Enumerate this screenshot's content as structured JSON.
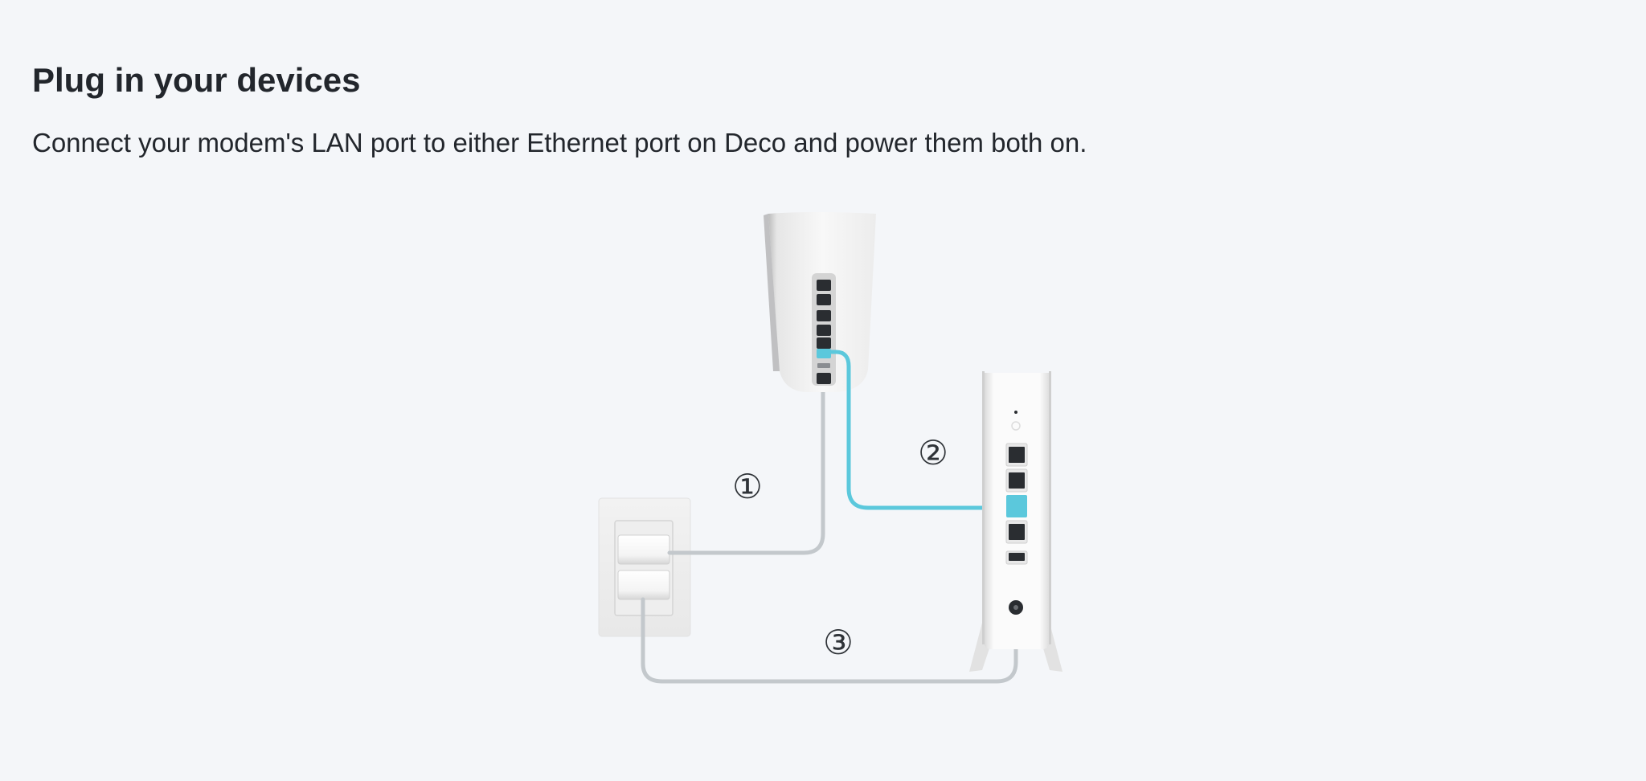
{
  "header": {
    "title": "Plug in your devices",
    "subtitle": "Connect your modem's LAN port to either Ethernet port on Deco and power them both on."
  },
  "steps": {
    "step1": "①",
    "step2": "②",
    "step3": "③"
  },
  "colors": {
    "background": "#f4f6f9",
    "cable_ethernet": "#5bc8dc",
    "cable_power": "#c3c8cc",
    "device_body": "#f7f7f7",
    "port_dark": "#2a2d31"
  },
  "devices": {
    "deco": "deco-unit",
    "modem": "modem",
    "outlet": "power-outlet"
  }
}
